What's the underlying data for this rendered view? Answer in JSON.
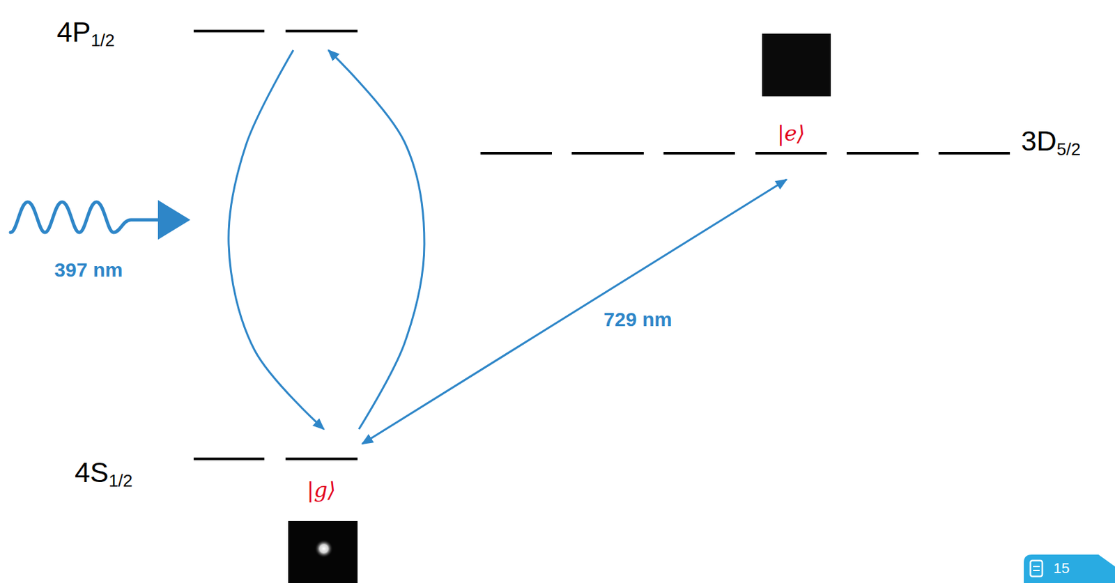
{
  "diagram": {
    "nodes": [
      {
        "text": [
          "4P1/2"
        ]
      },
      {
        "text": [
          "3D5/2"
        ]
      },
      {
        "text": [
          "|e⟩"
        ],
        "in": 1
      },
      {
        "text": [
          "4S1/2"
        ]
      },
      {
        "text": [
          "|g⟩"
        ],
        "in": 3
      }
    ],
    "edges": [
      {
        "from": 0,
        "to": 4,
        "arrow": "to"
      },
      {
        "from": 4,
        "to": 0,
        "arrow": "to"
      },
      {
        "from": 4,
        "to": 2,
        "label": "729 nm",
        "arrow": "both"
      }
    ],
    "labels": [
      "397 nm",
      "15"
    ]
  }
}
